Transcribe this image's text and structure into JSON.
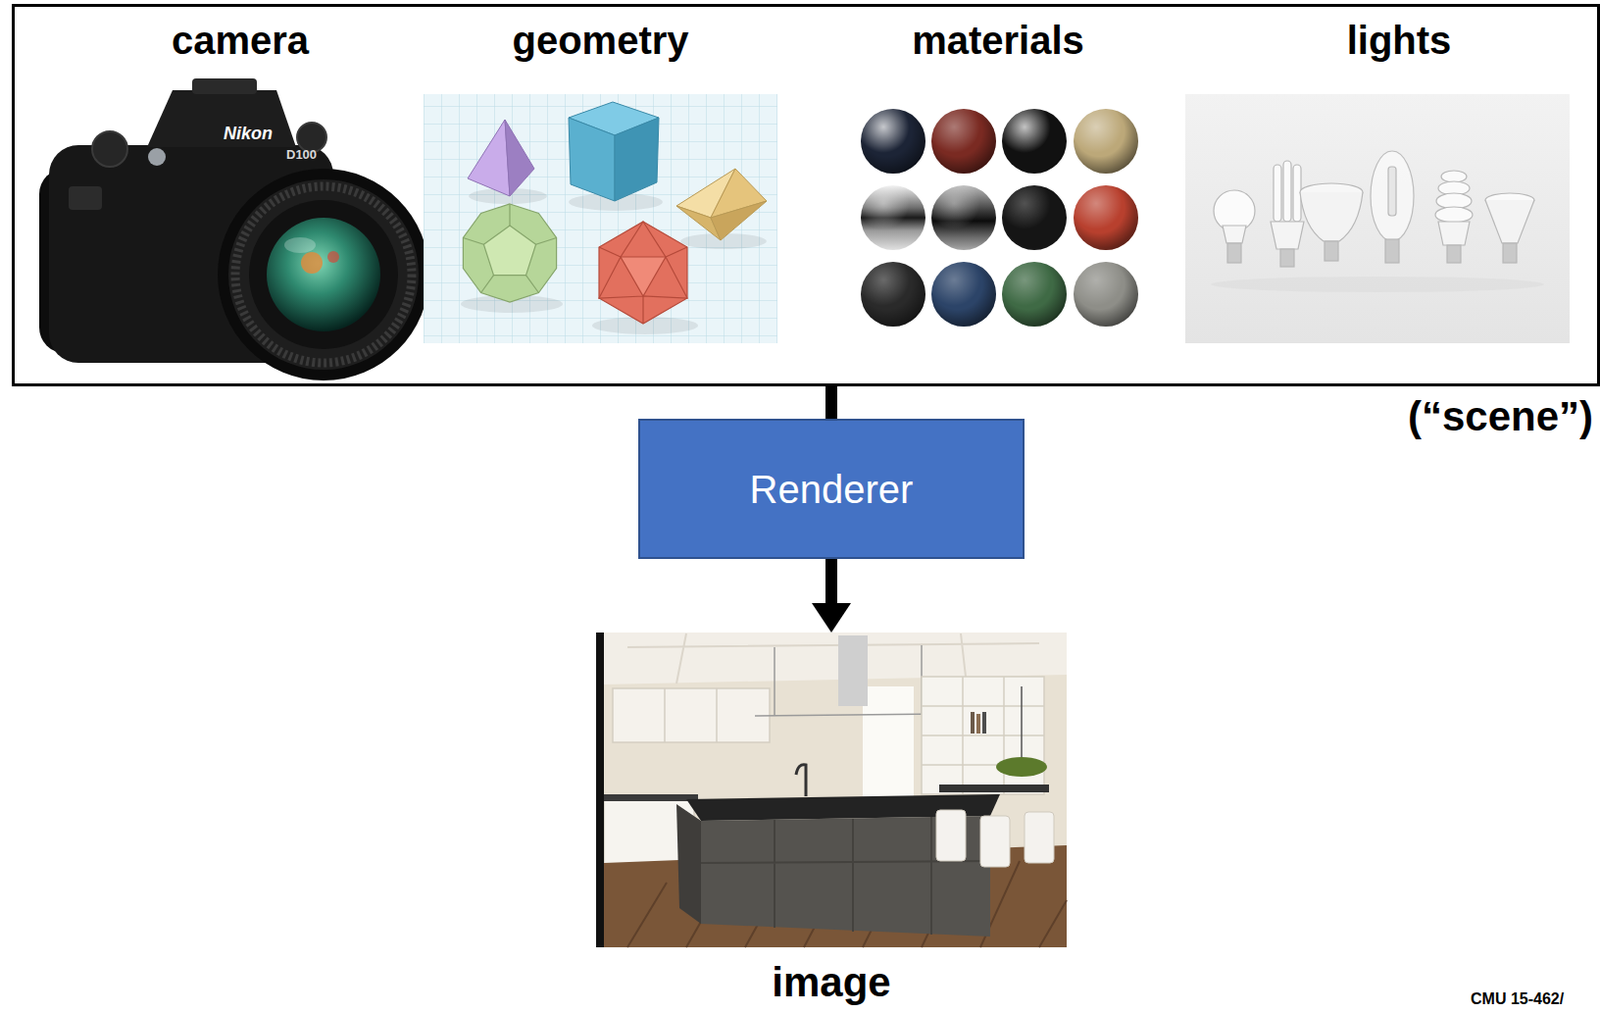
{
  "diagram": {
    "nodes": [
      {
        "text": [
          "(“scene”)"
        ]
      },
      {
        "text": [
          "camera"
        ],
        "in": 0
      },
      {
        "text": [
          "geometry"
        ],
        "in": 0
      },
      {
        "text": [
          "materials"
        ],
        "in": 0
      },
      {
        "text": [
          "lights"
        ],
        "in": 0
      },
      {
        "text": [
          "Renderer"
        ]
      },
      {
        "text": [
          "image"
        ]
      }
    ],
    "edges": [
      {
        "from": 0,
        "to": 5,
        "arrow": "none"
      },
      {
        "from": 5,
        "to": 6,
        "arrow": "to"
      }
    ],
    "labels": [
      "Nikon",
      "D100",
      "CMU 15-462/"
    ]
  }
}
